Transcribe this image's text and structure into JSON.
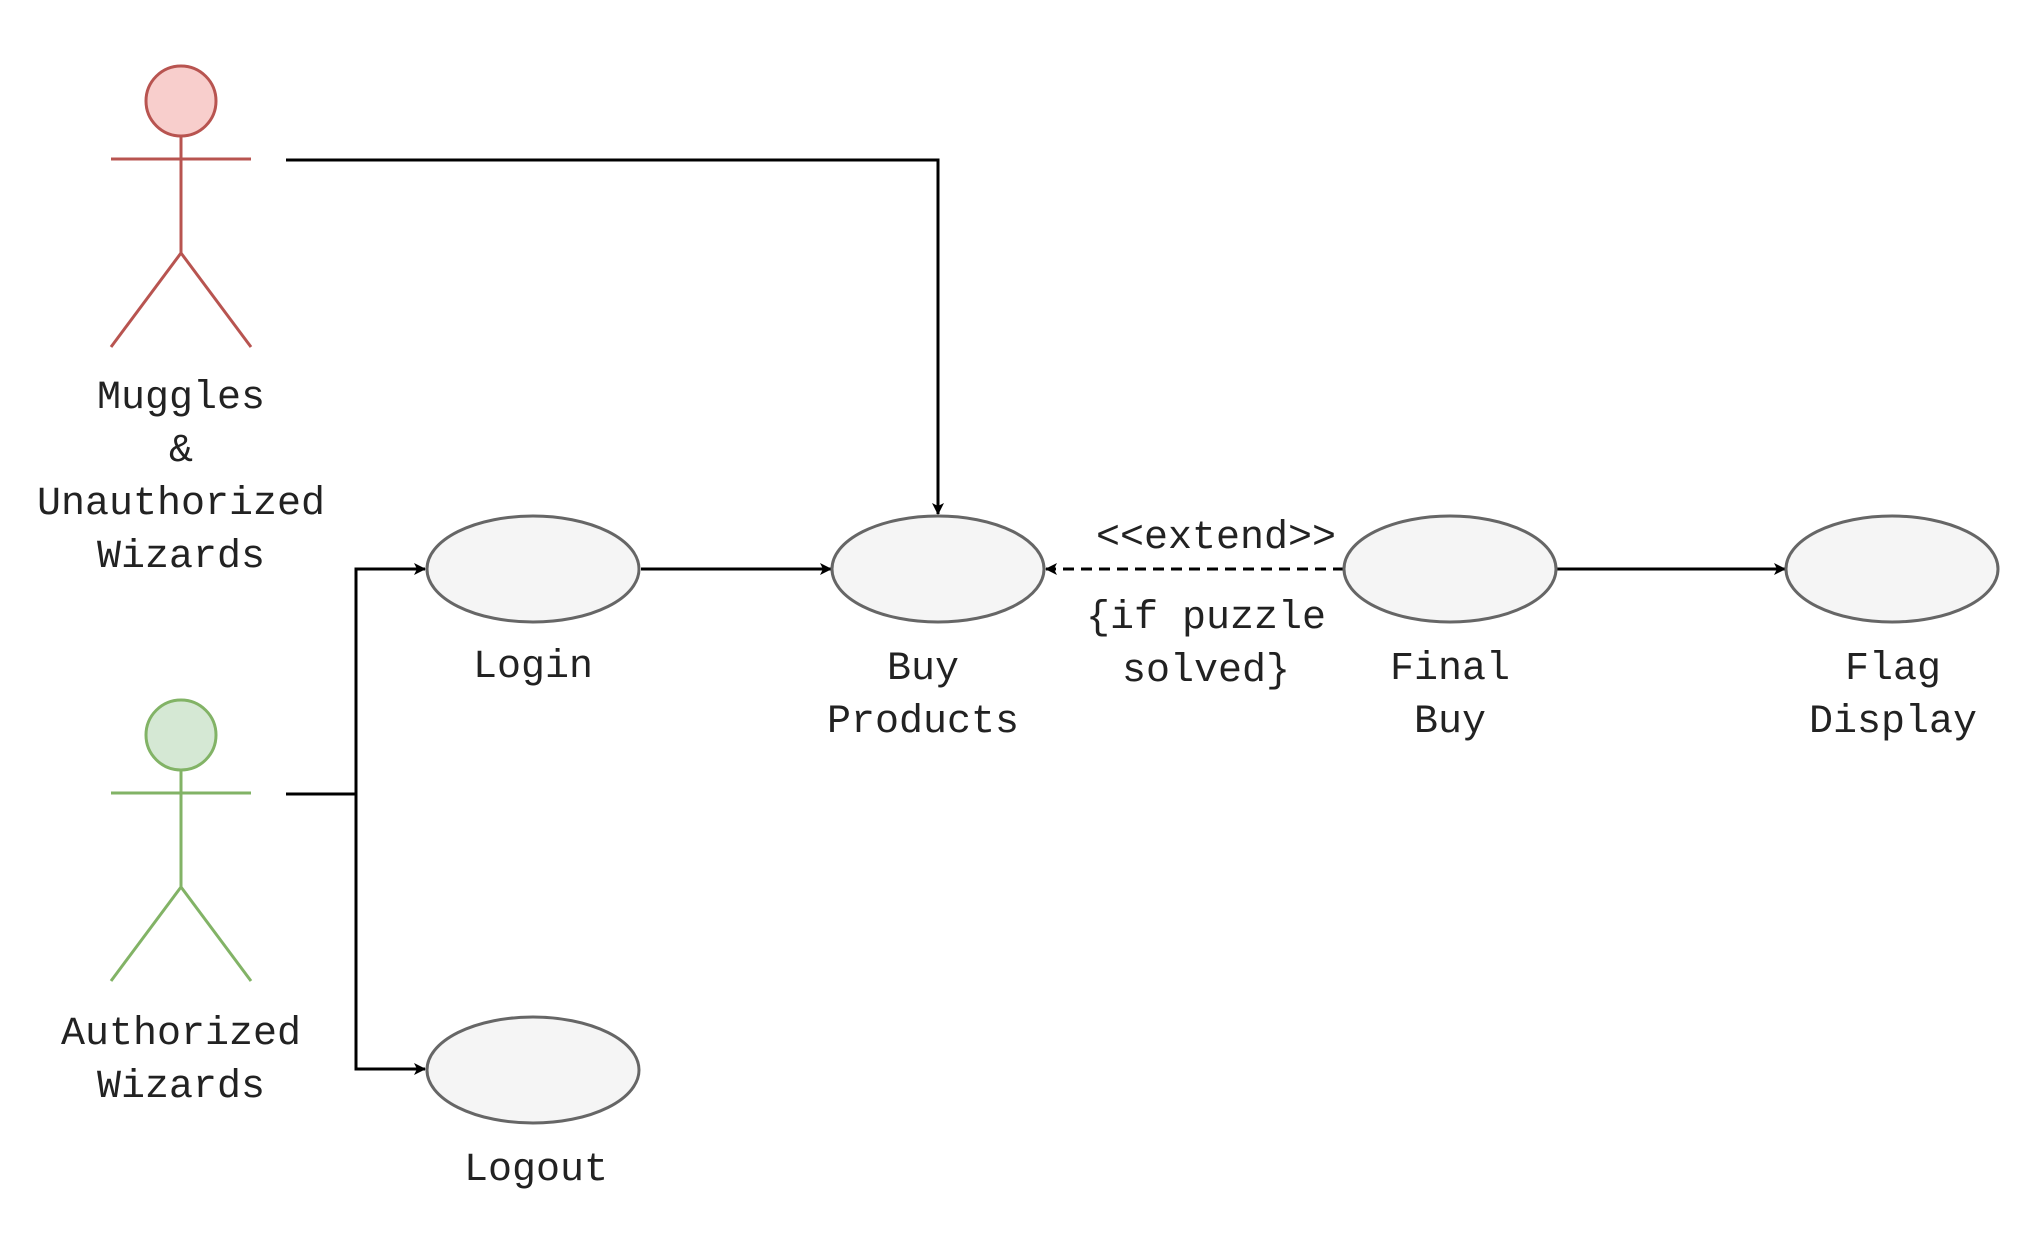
{
  "actors": {
    "muggles": {
      "lines": [
        "Muggles",
        "&",
        "Unauthorized",
        "Wizards"
      ],
      "fill": "#f8cecc",
      "stroke": "#b85450"
    },
    "authorized": {
      "lines": [
        "Authorized",
        "Wizards"
      ],
      "fill": "#d5e8d4",
      "stroke": "#82b366"
    }
  },
  "use_cases": {
    "login": {
      "lines": [
        "Login"
      ]
    },
    "logout": {
      "lines": [
        "Logout"
      ]
    },
    "buy_products": {
      "lines": [
        "Buy",
        "Products"
      ]
    },
    "final_buy": {
      "lines": [
        "Final",
        "Buy"
      ]
    },
    "flag_display": {
      "lines": [
        "Flag",
        "Display"
      ]
    }
  },
  "use_case_style": {
    "fill": "#f5f5f5",
    "stroke": "#666666"
  },
  "relations": {
    "extend": {
      "stereotype": "<<extend>>",
      "condition": [
        "{if puzzle",
        "solved}"
      ]
    }
  },
  "edge_color": "#000000"
}
